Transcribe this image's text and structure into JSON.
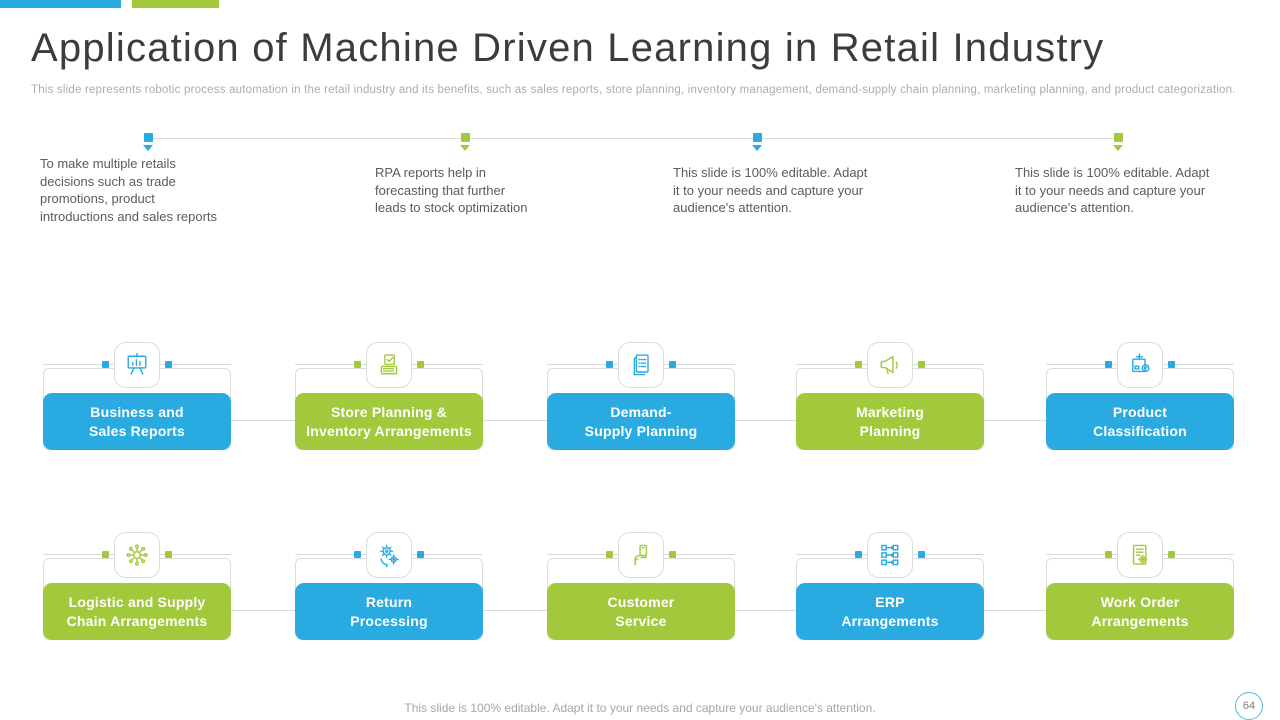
{
  "colors": {
    "blue": "#29ABE2",
    "green": "#A2C93C",
    "line": "#DADADA",
    "card_border": "#DCDCDC",
    "title": "#3C3C3C",
    "body": "#5B5B5B",
    "muted": "#ACACAC",
    "footer": "#A6A6A6",
    "page_badge_border": "#55B7DD"
  },
  "header": {
    "title": "Application of Machine Driven Learning in Retail Industry",
    "subtitle": "This slide represents robotic process automation in the retail industry and its benefits, such as sales reports, store planning, inventory management, demand-supply chain planning, marketing planning, and product categorization."
  },
  "timeline": {
    "items": [
      {
        "color": "blue",
        "text": "To make multiple retails\ndecisions such as trade\npromotions, product\nintroductions and sales reports"
      },
      {
        "color": "green",
        "text": "RPA reports help in\nforecasting that further\nleads to stock optimization"
      },
      {
        "color": "blue",
        "text": "This slide is 100% editable.  Adapt\nit to your needs and capture your\naudience's attention."
      },
      {
        "color": "green",
        "text": "This slide is 100% editable.  Adapt\nit to your needs and capture your\naudience's attention."
      }
    ]
  },
  "cards": {
    "row1": [
      {
        "color": "blue",
        "icon": "presentation-chart-icon",
        "lines": [
          "Business and",
          "Sales Reports"
        ]
      },
      {
        "color": "green",
        "icon": "store-planning-icon",
        "lines": [
          "Store Planning &",
          "Inventory Arrangements"
        ]
      },
      {
        "color": "blue",
        "icon": "demand-checklist-icon",
        "lines": [
          "Demand-",
          "Supply Planning"
        ]
      },
      {
        "color": "green",
        "icon": "megaphone-icon",
        "lines": [
          "Marketing",
          "Planning"
        ]
      },
      {
        "color": "blue",
        "icon": "product-box-check-icon",
        "lines": [
          "Product",
          "Classification"
        ]
      }
    ],
    "row2": [
      {
        "color": "green",
        "icon": "supply-network-icon",
        "lines": [
          "Logistic and Supply",
          "Chain Arrangements"
        ]
      },
      {
        "color": "blue",
        "icon": "gears-return-icon",
        "lines": [
          "Return",
          "Processing"
        ]
      },
      {
        "color": "green",
        "icon": "customer-service-icon",
        "lines": [
          "Customer",
          "Service"
        ]
      },
      {
        "color": "blue",
        "icon": "erp-flowchart-icon",
        "lines": [
          "ERP",
          "Arrangements"
        ]
      },
      {
        "color": "green",
        "icon": "work-order-icon",
        "lines": [
          "Work Order",
          "Arrangements"
        ]
      }
    ]
  },
  "footer": {
    "note": "This slide is 100% editable. Adapt it to your needs and capture your audience's attention.",
    "page_number": "64"
  }
}
